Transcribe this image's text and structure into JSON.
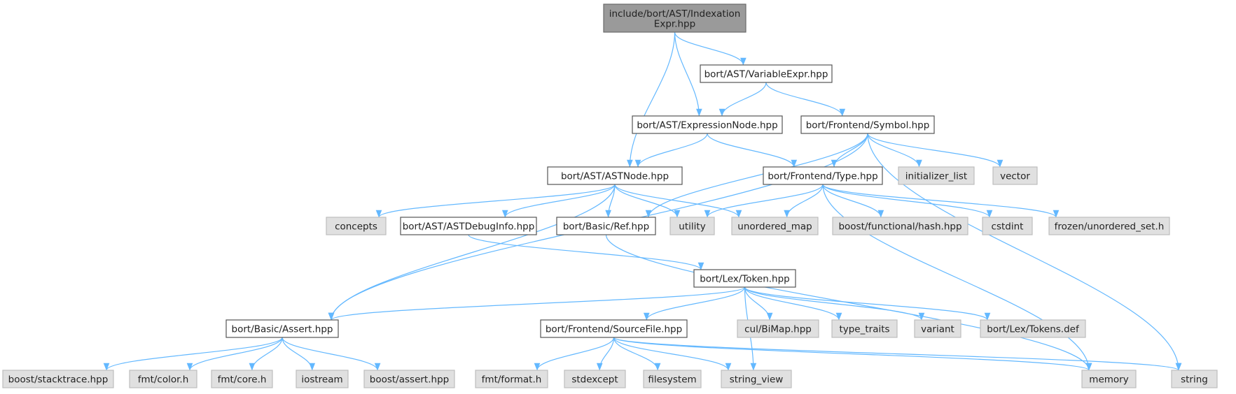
{
  "graph": {
    "edge_color": "#63b8ff",
    "nodes": [
      {
        "id": "indexation",
        "kind": "root",
        "lines": [
          "include/bort/AST/Indexation",
          "Expr.hpp"
        ]
      },
      {
        "id": "variableexpr",
        "kind": "project",
        "lines": [
          "bort/AST/VariableExpr.hpp"
        ]
      },
      {
        "id": "expressionnode",
        "kind": "project",
        "lines": [
          "bort/AST/ExpressionNode.hpp"
        ]
      },
      {
        "id": "symbol",
        "kind": "project",
        "lines": [
          "bort/Frontend/Symbol.hpp"
        ]
      },
      {
        "id": "astnode",
        "kind": "project",
        "lines": [
          "bort/AST/ASTNode.hpp"
        ]
      },
      {
        "id": "type",
        "kind": "project",
        "lines": [
          "bort/Frontend/Type.hpp"
        ]
      },
      {
        "id": "initializer_list",
        "kind": "system",
        "lines": [
          "initializer_list"
        ]
      },
      {
        "id": "vector",
        "kind": "system",
        "lines": [
          "vector"
        ]
      },
      {
        "id": "concepts",
        "kind": "system",
        "lines": [
          "concepts"
        ]
      },
      {
        "id": "astdebuginfo",
        "kind": "project",
        "lines": [
          "bort/AST/ASTDebugInfo.hpp"
        ]
      },
      {
        "id": "ref",
        "kind": "project",
        "lines": [
          "bort/Basic/Ref.hpp"
        ]
      },
      {
        "id": "utility",
        "kind": "system",
        "lines": [
          "utility"
        ]
      },
      {
        "id": "unordered_map",
        "kind": "system",
        "lines": [
          "unordered_map"
        ]
      },
      {
        "id": "boosthash",
        "kind": "system",
        "lines": [
          "boost/functional/hash.hpp"
        ]
      },
      {
        "id": "cstdint",
        "kind": "system",
        "lines": [
          "cstdint"
        ]
      },
      {
        "id": "frozen",
        "kind": "system",
        "lines": [
          "frozen/unordered_set.h"
        ]
      },
      {
        "id": "token",
        "kind": "project",
        "lines": [
          "bort/Lex/Token.hpp"
        ]
      },
      {
        "id": "assert",
        "kind": "project",
        "lines": [
          "bort/Basic/Assert.hpp"
        ]
      },
      {
        "id": "sourcefile",
        "kind": "project",
        "lines": [
          "bort/Frontend/SourceFile.hpp"
        ]
      },
      {
        "id": "bimap",
        "kind": "system",
        "lines": [
          "cul/BiMap.hpp"
        ]
      },
      {
        "id": "type_traits",
        "kind": "system",
        "lines": [
          "type_traits"
        ]
      },
      {
        "id": "variant",
        "kind": "system",
        "lines": [
          "variant"
        ]
      },
      {
        "id": "tokensdef",
        "kind": "system",
        "lines": [
          "bort/Lex/Tokens.def"
        ]
      },
      {
        "id": "stacktrace",
        "kind": "system",
        "lines": [
          "boost/stacktrace.hpp"
        ]
      },
      {
        "id": "fmtcolor",
        "kind": "system",
        "lines": [
          "fmt/color.h"
        ]
      },
      {
        "id": "fmtcore",
        "kind": "system",
        "lines": [
          "fmt/core.h"
        ]
      },
      {
        "id": "iostream",
        "kind": "system",
        "lines": [
          "iostream"
        ]
      },
      {
        "id": "boostassert",
        "kind": "system",
        "lines": [
          "boost/assert.hpp"
        ]
      },
      {
        "id": "fmtformat",
        "kind": "system",
        "lines": [
          "fmt/format.h"
        ]
      },
      {
        "id": "stdexcept",
        "kind": "system",
        "lines": [
          "stdexcept"
        ]
      },
      {
        "id": "filesystem",
        "kind": "system",
        "lines": [
          "filesystem"
        ]
      },
      {
        "id": "string_view",
        "kind": "system",
        "lines": [
          "string_view"
        ]
      },
      {
        "id": "memory",
        "kind": "system",
        "lines": [
          "memory"
        ]
      },
      {
        "id": "string",
        "kind": "system",
        "lines": [
          "string"
        ]
      }
    ],
    "edges": [
      [
        "indexation",
        "astnode"
      ],
      [
        "indexation",
        "expressionnode"
      ],
      [
        "indexation",
        "variableexpr"
      ],
      [
        "variableexpr",
        "expressionnode"
      ],
      [
        "variableexpr",
        "symbol"
      ],
      [
        "expressionnode",
        "astnode"
      ],
      [
        "expressionnode",
        "type"
      ],
      [
        "symbol",
        "assert"
      ],
      [
        "symbol",
        "ref"
      ],
      [
        "symbol",
        "type"
      ],
      [
        "symbol",
        "initializer_list"
      ],
      [
        "symbol",
        "vector"
      ],
      [
        "symbol",
        "string"
      ],
      [
        "astnode",
        "assert"
      ],
      [
        "astnode",
        "concepts"
      ],
      [
        "astnode",
        "astdebuginfo"
      ],
      [
        "astnode",
        "ref"
      ],
      [
        "astnode",
        "utility"
      ],
      [
        "astnode",
        "unordered_map"
      ],
      [
        "type",
        "utility"
      ],
      [
        "type",
        "unordered_map"
      ],
      [
        "type",
        "boosthash"
      ],
      [
        "type",
        "cstdint"
      ],
      [
        "type",
        "frozen"
      ],
      [
        "type",
        "memory"
      ],
      [
        "astdebuginfo",
        "token"
      ],
      [
        "ref",
        "memory"
      ],
      [
        "token",
        "assert"
      ],
      [
        "token",
        "sourcefile"
      ],
      [
        "token",
        "string_view"
      ],
      [
        "token",
        "bimap"
      ],
      [
        "token",
        "type_traits"
      ],
      [
        "token",
        "variant"
      ],
      [
        "token",
        "tokensdef"
      ],
      [
        "assert",
        "stacktrace"
      ],
      [
        "assert",
        "fmtcolor"
      ],
      [
        "assert",
        "fmtcore"
      ],
      [
        "assert",
        "iostream"
      ],
      [
        "assert",
        "boostassert"
      ],
      [
        "sourcefile",
        "fmtformat"
      ],
      [
        "sourcefile",
        "stdexcept"
      ],
      [
        "sourcefile",
        "filesystem"
      ],
      [
        "sourcefile",
        "string_view"
      ],
      [
        "sourcefile",
        "memory"
      ],
      [
        "sourcefile",
        "string"
      ]
    ]
  }
}
